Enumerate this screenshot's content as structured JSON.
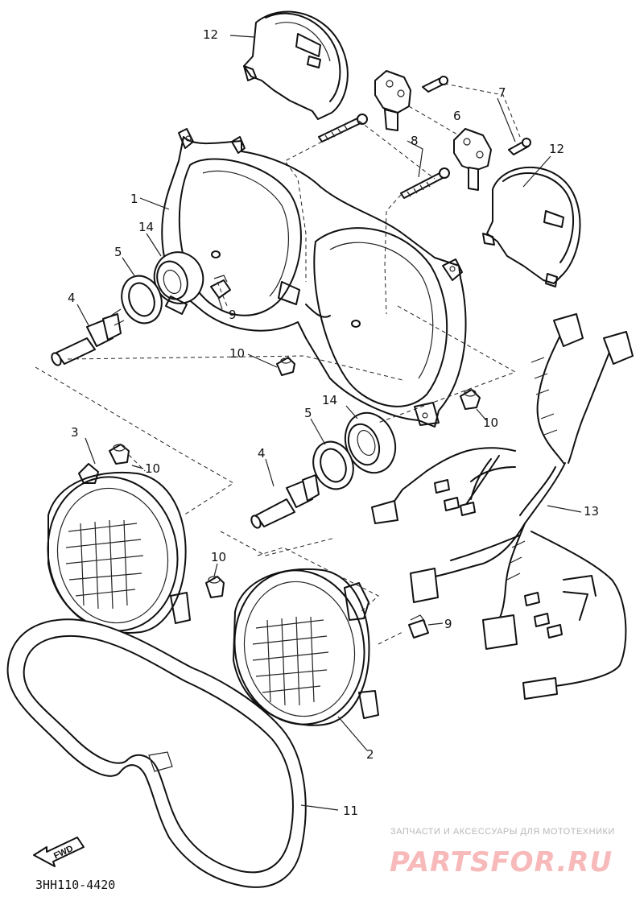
{
  "diagram_code": "3HH110-4420",
  "fwd_label": "FWD",
  "watermark": {
    "tagline": "ЗАПЧАСТИ И АКСЕССУАРЫ ДЛЯ МОТОТЕХНИКИ",
    "brand": "PARTSFOR.RU",
    "color": "#f0a0a0"
  },
  "parts": [
    {
      "id": "callout-12-top",
      "label": "12"
    },
    {
      "id": "callout-7",
      "label": "7"
    },
    {
      "id": "callout-6",
      "label": "6"
    },
    {
      "id": "callout-8",
      "label": "8"
    },
    {
      "id": "callout-12-right",
      "label": "12"
    },
    {
      "id": "callout-1",
      "label": "1"
    },
    {
      "id": "callout-14-left",
      "label": "14"
    },
    {
      "id": "callout-5-left",
      "label": "5"
    },
    {
      "id": "callout-4-left",
      "label": "4"
    },
    {
      "id": "callout-9-upper",
      "label": "9"
    },
    {
      "id": "callout-10-upper",
      "label": "10"
    },
    {
      "id": "callout-10-right",
      "label": "10"
    },
    {
      "id": "callout-14-mid",
      "label": "14"
    },
    {
      "id": "callout-5-mid",
      "label": "5"
    },
    {
      "id": "callout-3",
      "label": "3"
    },
    {
      "id": "callout-10-left",
      "label": "10"
    },
    {
      "id": "callout-4-mid",
      "label": "4"
    },
    {
      "id": "callout-13",
      "label": "13"
    },
    {
      "id": "callout-10-lower",
      "label": "10"
    },
    {
      "id": "callout-9-lower",
      "label": "9"
    },
    {
      "id": "callout-2",
      "label": "2"
    },
    {
      "id": "callout-11",
      "label": "11"
    }
  ]
}
